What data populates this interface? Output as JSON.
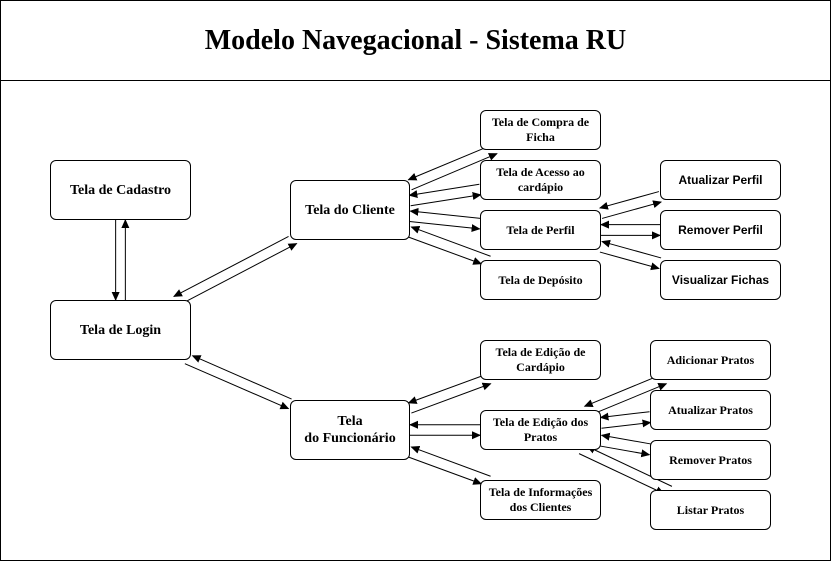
{
  "title": "Modelo Navegacional - Sistema RU",
  "nodes": {
    "cadastro": "Tela de Cadastro",
    "login": "Tela de Login",
    "cliente": "Tela do Cliente",
    "funcionario": "Tela\ndo Funcionário",
    "compra_ficha": "Tela de Compra de\nFicha",
    "acesso_cardapio": "Tela de Acesso ao\ncardápio",
    "perfil": "Tela de Perfil",
    "deposito": "Tela de Depósito",
    "atualizar_perfil": "Atualizar Perfil",
    "remover_perfil": "Remover Perfil",
    "visualizar_fichas": "Visualizar Fichas",
    "edicao_cardapio": "Tela de Edição de\nCardápio",
    "edicao_pratos": "Tela de Edição dos\nPratos",
    "info_clientes": "Tela de Informações\ndos Clientes",
    "adicionar_pratos": "Adicionar Pratos",
    "atualizar_pratos": "Atualizar Pratos",
    "remover_pratos": "Remover Pratos",
    "listar_pratos": "Listar Pratos"
  },
  "edges": [
    {
      "from": "login",
      "to": "cadastro"
    },
    {
      "from": "cadastro",
      "to": "login"
    },
    {
      "from": "login",
      "to": "cliente"
    },
    {
      "from": "cliente",
      "to": "login"
    },
    {
      "from": "login",
      "to": "funcionario"
    },
    {
      "from": "funcionario",
      "to": "login"
    },
    {
      "from": "cliente",
      "to": "compra_ficha"
    },
    {
      "from": "compra_ficha",
      "to": "cliente"
    },
    {
      "from": "cliente",
      "to": "acesso_cardapio"
    },
    {
      "from": "acesso_cardapio",
      "to": "cliente"
    },
    {
      "from": "cliente",
      "to": "perfil"
    },
    {
      "from": "perfil",
      "to": "cliente"
    },
    {
      "from": "cliente",
      "to": "deposito"
    },
    {
      "from": "deposito",
      "to": "cliente"
    },
    {
      "from": "perfil",
      "to": "atualizar_perfil"
    },
    {
      "from": "atualizar_perfil",
      "to": "perfil"
    },
    {
      "from": "perfil",
      "to": "remover_perfil"
    },
    {
      "from": "remover_perfil",
      "to": "perfil"
    },
    {
      "from": "perfil",
      "to": "visualizar_fichas"
    },
    {
      "from": "visualizar_fichas",
      "to": "perfil"
    },
    {
      "from": "funcionario",
      "to": "edicao_cardapio"
    },
    {
      "from": "edicao_cardapio",
      "to": "funcionario"
    },
    {
      "from": "funcionario",
      "to": "edicao_pratos"
    },
    {
      "from": "edicao_pratos",
      "to": "funcionario"
    },
    {
      "from": "funcionario",
      "to": "info_clientes"
    },
    {
      "from": "info_clientes",
      "to": "funcionario"
    },
    {
      "from": "edicao_pratos",
      "to": "adicionar_pratos"
    },
    {
      "from": "adicionar_pratos",
      "to": "edicao_pratos"
    },
    {
      "from": "edicao_pratos",
      "to": "atualizar_pratos"
    },
    {
      "from": "atualizar_pratos",
      "to": "edicao_pratos"
    },
    {
      "from": "edicao_pratos",
      "to": "remover_pratos"
    },
    {
      "from": "remover_pratos",
      "to": "edicao_pratos"
    },
    {
      "from": "edicao_pratos",
      "to": "listar_pratos"
    },
    {
      "from": "listar_pratos",
      "to": "edicao_pratos"
    }
  ]
}
